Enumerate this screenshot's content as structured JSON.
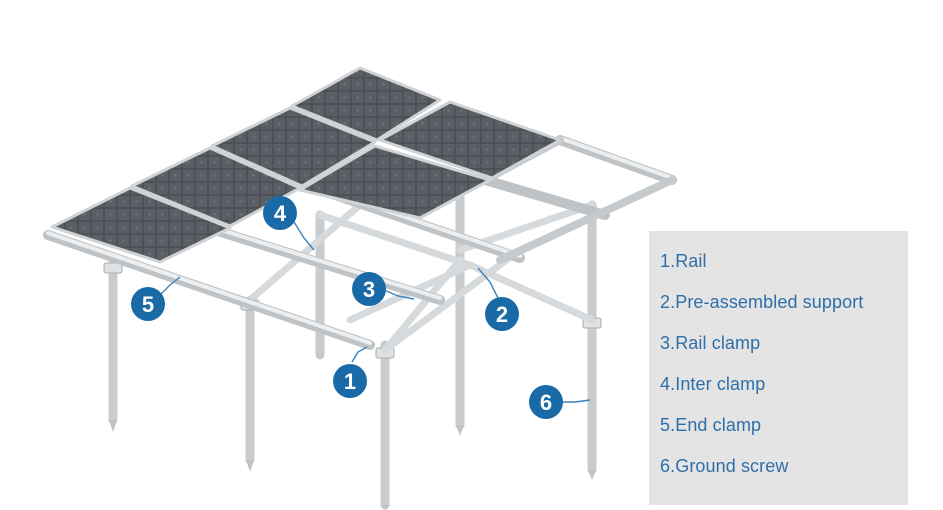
{
  "legend": {
    "items": [
      "1.Rail",
      "2.Pre-assembled support",
      "3.Rail clamp",
      "4.Inter clamp",
      "5.End clamp",
      "6.Ground screw"
    ]
  },
  "callouts": [
    "1",
    "2",
    "3",
    "4",
    "5",
    "6"
  ],
  "colors": {
    "callout_fill": "#1a6aa8",
    "legend_text": "#2f6fa8",
    "legend_bg": "#e4e4e4",
    "panel": "#4a4e52",
    "metal": "#d5d8da"
  }
}
